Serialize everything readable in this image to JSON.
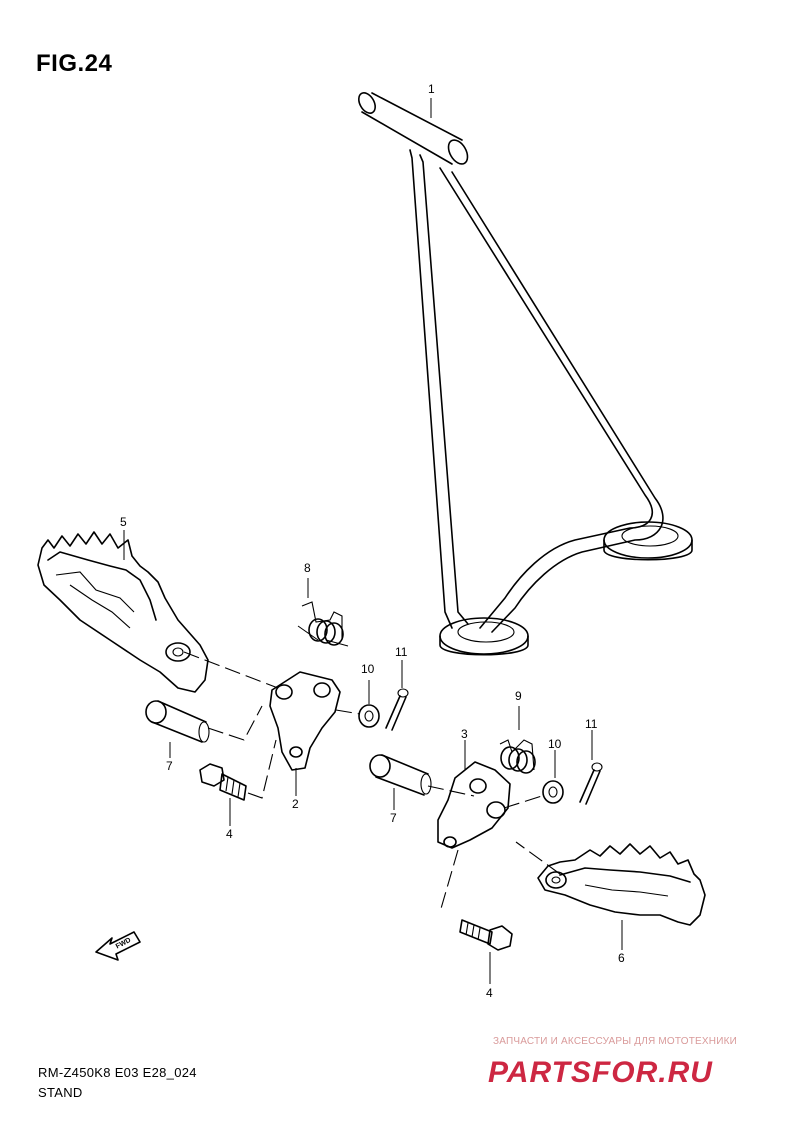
{
  "header": {
    "figure_label": "FIG.24"
  },
  "footer": {
    "model_code": "RM-Z450K8 E03 E28_024",
    "section_name": "STAND"
  },
  "callouts": [
    "1",
    "2",
    "3",
    "4",
    "4",
    "5",
    "6",
    "7",
    "7",
    "8",
    "9",
    "10",
    "10",
    "11",
    "11"
  ],
  "direction_marker": {
    "label": "FWD"
  },
  "watermark": {
    "tagline": "ЗАПЧАСТИ И АКСЕССУАРЫ ДЛЯ МОТОТЕХНИКИ",
    "logo_text": "PARTSFOR.RU",
    "color": "#c8102e"
  }
}
